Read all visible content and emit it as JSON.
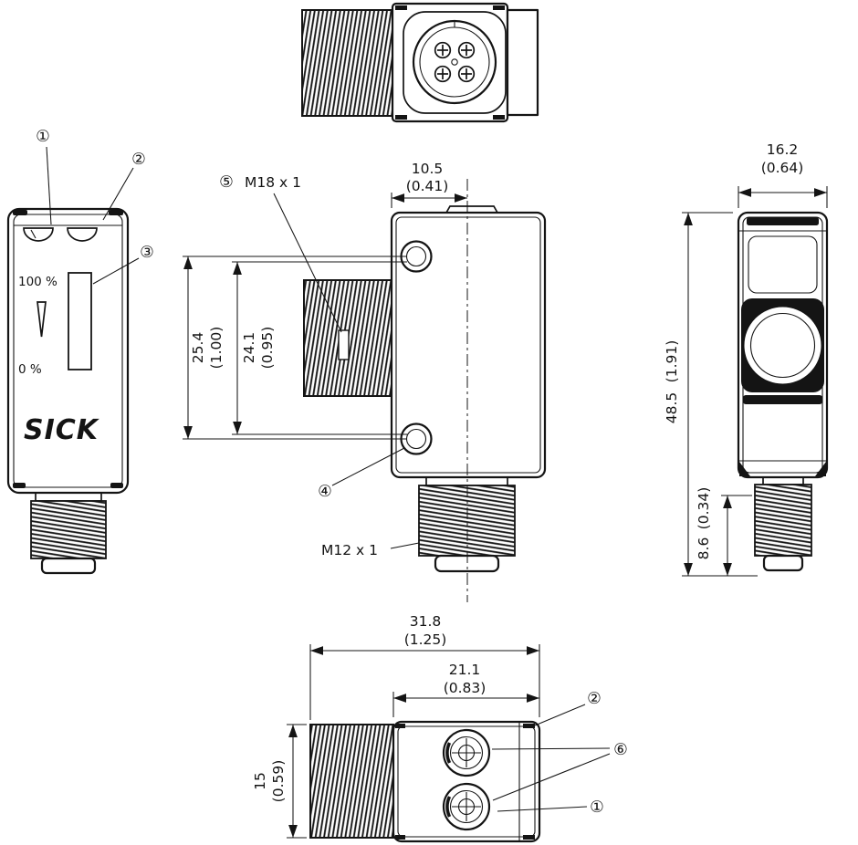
{
  "drawing": {
    "callouts": {
      "c1": "①",
      "c2": "②",
      "c3": "③",
      "c4": "④",
      "c5": "⑤",
      "c6": "⑥"
    },
    "labels": {
      "m18_thread": "M18 x 1",
      "m12_thread": "M12 x 1",
      "scale_top": "100 %",
      "scale_bottom": "0 %",
      "brand": "SICK"
    },
    "dimensions": {
      "lens_offset": {
        "mm": "10.5",
        "inch": "(0.41)"
      },
      "hole_spacing": {
        "mm": "25.4",
        "inch": "(1.00)"
      },
      "thread_spacing": {
        "mm": "24.1",
        "inch": "(0.95)"
      },
      "body_width": {
        "mm": "16.2",
        "inch": "(0.64)"
      },
      "body_height": {
        "mm": "48.5",
        "inch": "(1.91)"
      },
      "connector_length": {
        "mm": "8.6",
        "inch": "(0.34)"
      },
      "body_length": {
        "mm": "31.8",
        "inch": "(1.25)"
      },
      "front_length": {
        "mm": "21.1",
        "inch": "(0.83)"
      },
      "body_depth": {
        "mm": "15",
        "inch": "(0.59)"
      }
    }
  }
}
